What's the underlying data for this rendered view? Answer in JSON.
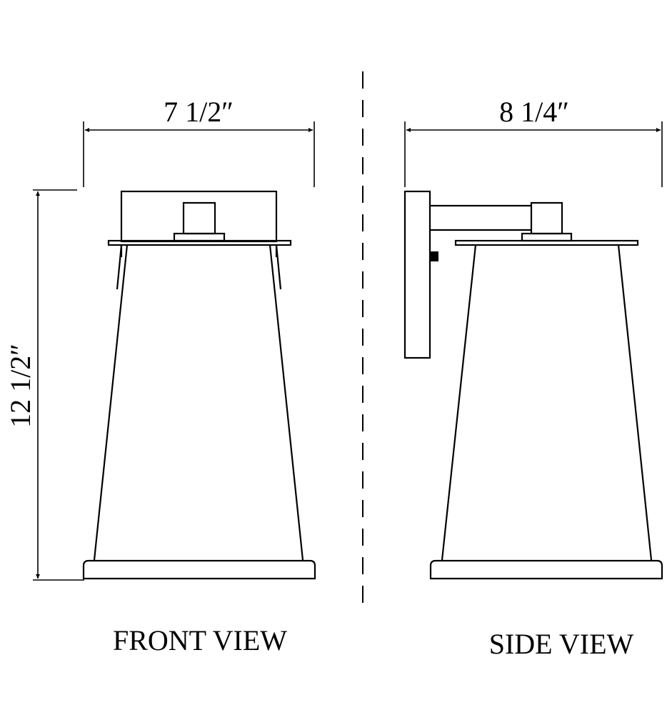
{
  "dimensions": {
    "front_width": "7 1/2″",
    "side_width": "8 1/4″",
    "height": "12 1/2″"
  },
  "views": {
    "front_label": "FRONT VIEW",
    "side_label": "SIDE VIEW"
  },
  "colors": {
    "line": "#000000",
    "background": "#ffffff"
  }
}
